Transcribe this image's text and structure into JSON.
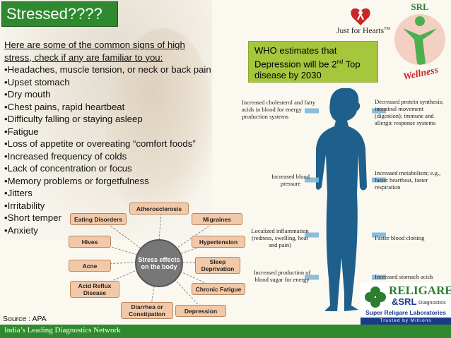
{
  "title": "Stressed????",
  "signs": {
    "intro": "Here are some of the common signs of high stress, check if any are familiar to you:",
    "items": [
      "•Headaches, muscle tension, or neck or back pain",
      "•Upset stomach",
      "•Dry mouth",
      "•Chest pains, rapid heartbeat",
      "•Difficulty falling or staying asleep",
      "•Fatigue",
      "•Loss of appetite or overeating “comfort foods”",
      "•Increased frequency of colds",
      "•Lack of concentration or focus",
      "•Memory problems or forgetfulness",
      "•Jitters",
      "•Irritability",
      "•Short temper",
      "•Anxiety"
    ]
  },
  "who_note": {
    "text_before": "WHO estimates  that Depression will be 2",
    "sup": "nd",
    "text_after": " Top disease by 2030"
  },
  "logos": {
    "just_for_hearts": "Just for Hearts",
    "tm": "TM",
    "srl": "SRL",
    "wellness": "Wellness",
    "religare": "RELIGARE",
    "religare_srl": "&SRL",
    "religare_diagnostics": "Diagnostics",
    "religare_sub": "Super Religare Laboratories",
    "religare_tagline": "Trusted by Millions"
  },
  "human_diagram": {
    "left_labels": [
      "Increased cholesterol and fatty acids in blood for energy production systems",
      "Increased blood pressure",
      "Localized inflammation (redness, swelling, heat and pain)",
      "Increased production of blood sugar for energy"
    ],
    "right_labels": [
      "Decreased protein synthesis; intestinal movement (digestion); immune and allergic response systems",
      "Increased metabolism; e.g., faster heartbeat, faster respiration",
      "Faster blood clotting",
      "Increased stomach acids"
    ]
  },
  "stress_diagram": {
    "center": "Stress effects on the body",
    "effects": [
      "Atherosclerosis",
      "Migraines",
      "Hypertension",
      "Sleep Deprivation",
      "Chronic Fatigue",
      "Depression",
      "Diarrhea or Constipation",
      "Acid Reflux Disease",
      "Acne",
      "Hives",
      "Eating Disorders"
    ]
  },
  "source": "Source : APA",
  "footer": "India’s Leading Diagnostics Network",
  "colors": {
    "accent_green": "#2f8a2f",
    "who_box": "#a6c63d",
    "effect_box": "#f2c9a8",
    "silhouette": "#1f5f8b"
  }
}
